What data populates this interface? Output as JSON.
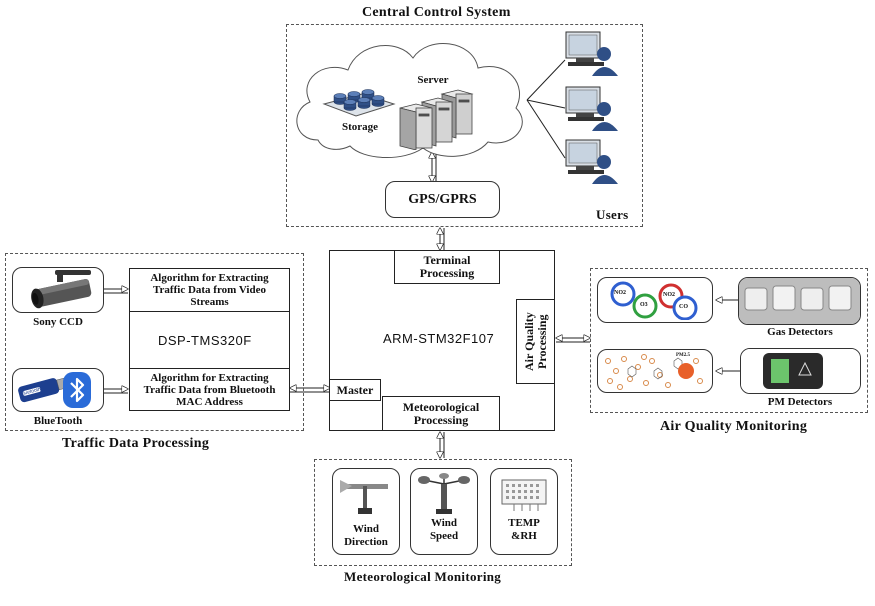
{
  "central": {
    "title": "Central Control System",
    "server": "Server",
    "storage": "Storage",
    "gps": "GPS/GPRS",
    "users": "Users"
  },
  "traffic": {
    "title": "Traffic Data Processing",
    "camera": "Sony CCD",
    "bluetooth": "BlueTooth",
    "bluetooth_badge": "Bluetooth",
    "algo_video": "Algorithm for Extracting Traffic Data from Video Streams",
    "dsp": "DSP-TMS320F",
    "algo_bt": "Algorithm for Extracting Traffic Data from Bluetooth MAC Address"
  },
  "arm": {
    "terminal": "Terminal Processing",
    "name": "ARM-STM32F107",
    "airq": "Air Quality Processing",
    "master": "Master",
    "met": "Meteorological Processing"
  },
  "air": {
    "title": "Air Quality Monitoring",
    "gas": "Gas Detectors",
    "pm": "PM Detectors",
    "gas_molecules": [
      "NO2",
      "NO2",
      "O3",
      "CO"
    ],
    "pm_label": "PM2.5"
  },
  "met": {
    "title": "Meteorological Monitoring",
    "wind_dir": "Wind Direction",
    "wind_speed": "Wind Speed",
    "temp": "TEMP &RH"
  }
}
